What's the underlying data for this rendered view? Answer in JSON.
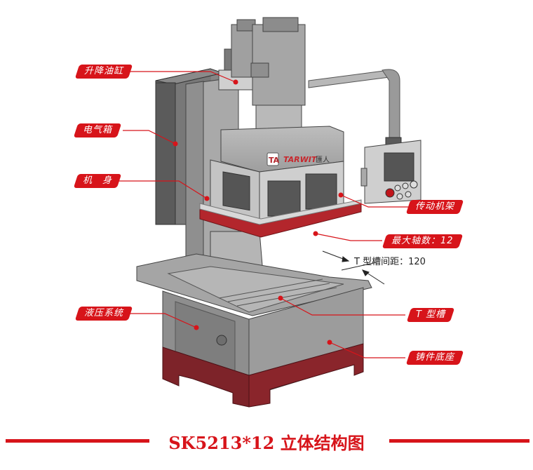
{
  "title": "SK5213*12 立体结构图",
  "brand": {
    "logo_mark": "TA",
    "name": "TARWIT",
    "suffix": "匯人"
  },
  "labels": {
    "lift_cylinder": "升降油缸",
    "electric_box": "电气箱",
    "body": "机　身",
    "hydraulic_system": "液压系统",
    "transmission_frame": "传动机架",
    "max_spindles": "最大轴数：12",
    "t_slot": "T 型槽",
    "cast_base": "铸件底座"
  },
  "dimension": {
    "t_slot_spacing": "T 型槽间距：120"
  },
  "colors": {
    "accent_red": "#d7141a",
    "base_maroon": "#8b2026",
    "machine_gray": "#9a9a9a",
    "dark_gray": "#5a5a5a"
  }
}
